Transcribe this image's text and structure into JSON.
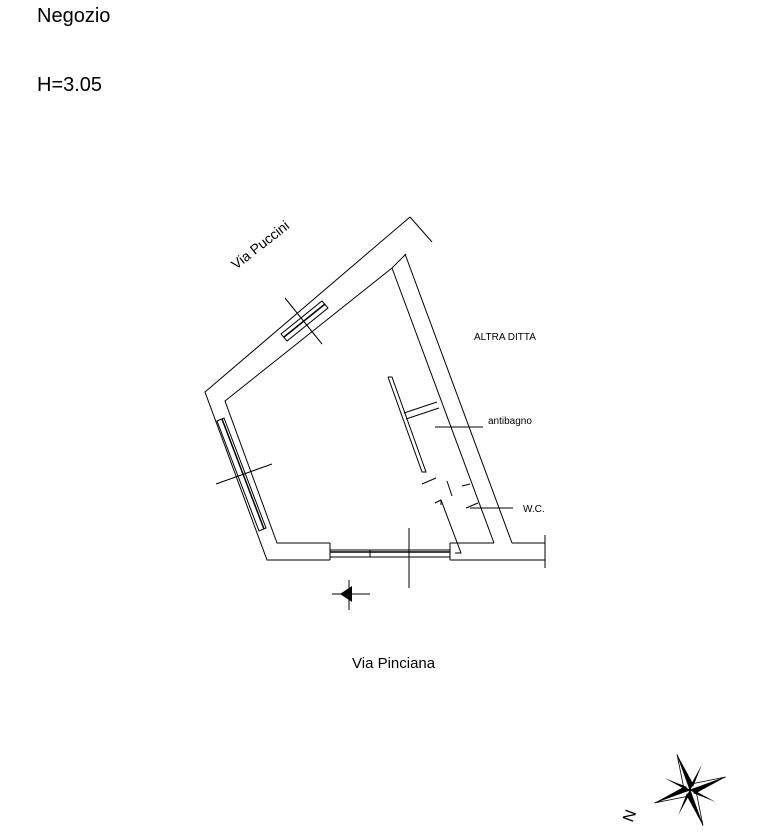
{
  "header": {
    "title": "Negozio",
    "height": "H=3.05"
  },
  "labels": {
    "street_north": "Via Puccini",
    "street_south": "Via Pinciana",
    "neighbor": "ALTRA DITTA",
    "antibagno": "antibagno",
    "wc": "W.C."
  },
  "compass": {
    "north_letter": "N"
  }
}
